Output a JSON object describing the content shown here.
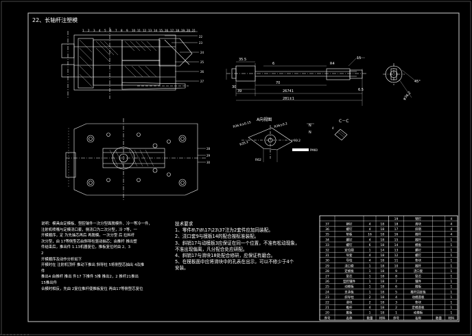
{
  "drawing": {
    "title": "22、长轴杆注塑模",
    "section_label": "A向视图",
    "section_cc": "C－C",
    "dims_part": [
      "35.5",
      "6",
      "R4",
      "30",
      "70",
      "15",
      "26741",
      "281±1",
      "6.5",
      "39"
    ],
    "dims_view": [
      "φ36.2",
      "45°",
      "R36.6±0.15",
      "R36±0.2",
      "R35.2",
      "93.2",
      "R62",
      "N",
      "N"
    ],
    "left_notes": [
      "说明：模具由定模板、型腔镶件一次分型面脱模件、冷一等冷一件，",
      "注射机喷嘴与定模浇口套，侧浇口为二次分型，冷 7等，一",
      "开模顺序，定 为先抽芯再后 再脱模。一次分型 后 拉料杆",
      "次分型，由 17等侧型芯由斜导柱驱动抽芯；由推杆 推出塑",
      "件结束后，推出件 1.13机器复位，推板复位时由 2、3",
      "2",
      "开模顺序及动作分析如下",
      "开模时在 注射机顶杆 推动下推出 斜导柱 5将侧型芯抽出 4及推",
      "件",
      "推出4 由推杆 推出 件17 下推件 5推 推出2，2 推杆21推出",
      "15推出件",
      "合模时相反，先由 2复位推杆使推板复位 再由17等侧型芯复位"
    ],
    "tech_notes": [
      "技术要求",
      "1、零件8\\7\\8\\17\\23\\37注为2套件应加同装配。",
      "2、浇口套9与模板14的配合按标准装配。",
      "3、斜销17与动模板3应保证在同一个位置，不准有松动现象，",
      "    不准出现偏离，凡分配合处应研配。",
      "4、斜销17与滑块18处配合修研，应保证有磨合。",
      "5、在模板面中应将滑块中的孔表在出示，可以不修少于4个",
      "    安装。"
    ]
  },
  "parts_table": {
    "columns": [
      "序号",
      "名称",
      "数量",
      "材料"
    ],
    "left_rows": [
      [
        "37",
        "销钉",
        "4",
        "18"
      ],
      [
        "36",
        "螺钉",
        "4",
        "18"
      ],
      [
        "35",
        "垫板",
        "16",
        "18"
      ],
      [
        "34",
        "螺钉",
        "4",
        "18"
      ],
      [
        "33",
        "螺钉",
        "6",
        "18"
      ],
      [
        "32",
        "定位圈",
        "1",
        "14"
      ],
      [
        "31",
        "导套",
        "4",
        "18"
      ],
      [
        "30",
        "导柱",
        "4",
        "18"
      ],
      [
        "29",
        "浇口套",
        "1",
        "18"
      ],
      [
        "28",
        "定模板",
        "1",
        "18"
      ],
      [
        "27",
        "型芯",
        "1",
        "18"
      ],
      [
        "26",
        "型腔镶件",
        "1",
        "18"
      ],
      [
        "25",
        "动模板",
        "1",
        "18"
      ],
      [
        "24",
        "支承板",
        "1",
        "18"
      ],
      [
        "23",
        "斜导柱",
        "2",
        "18"
      ],
      [
        "22",
        "滑块",
        "2",
        "18"
      ],
      [
        "21",
        "推杆",
        "4",
        "18"
      ],
      [
        "20",
        "推板",
        "1",
        "18"
      ]
    ],
    "right_rows": [
      [
        "19",
        "销钉",
        "",
        "4"
      ],
      [
        "18",
        "滑块",
        "",
        "4"
      ],
      [
        "17",
        "斜销",
        "",
        "4"
      ],
      [
        "16",
        "推杆",
        "",
        "4"
      ],
      [
        "15",
        "推杆",
        "",
        "1"
      ],
      [
        "14",
        "模板",
        "",
        "1"
      ],
      [
        "13",
        "螺钉",
        "",
        "1"
      ],
      [
        "12",
        "螺钉",
        "",
        "1"
      ],
      [
        "11",
        "垫块",
        "",
        "1"
      ],
      [
        "10",
        "推杆",
        "",
        "1"
      ],
      [
        "9",
        "浇口套",
        "",
        "1"
      ],
      [
        "8",
        "型芯",
        "",
        "1"
      ],
      [
        "7",
        "镶件",
        "",
        "1"
      ],
      [
        "6",
        "推板",
        "",
        "1"
      ],
      [
        "5",
        "推杆固定板",
        "",
        "1"
      ],
      [
        "4",
        "动模座板",
        "",
        "1"
      ],
      [
        "3",
        "垫块",
        "",
        "1"
      ],
      [
        "2",
        "定模座板",
        "",
        "1"
      ],
      [
        "1",
        "动模板",
        "",
        "1"
      ]
    ]
  },
  "colors": {
    "background": "#000000",
    "linework": "#ffffff",
    "frame": "#cfcfcf",
    "accent_red": "#ff3b3b"
  }
}
